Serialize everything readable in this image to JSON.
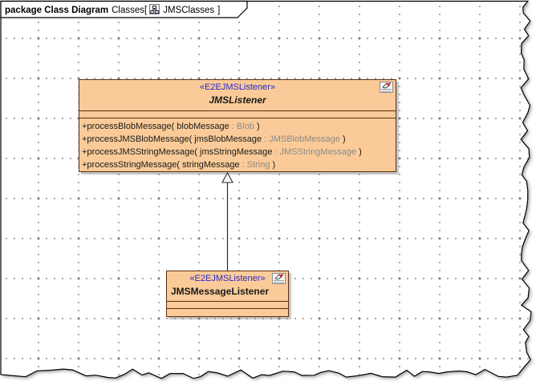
{
  "frame": {
    "kind_label": "package Class Diagram",
    "context": "Classes",
    "open_bracket": "[",
    "diagram_name": "JMSClasses",
    "close_bracket": "]"
  },
  "icons": {
    "tab_icon": "class-diagram-icon",
    "class_badge": "element-image-badge-icon"
  },
  "classes": [
    {
      "stereotype": "«E2EJMSListener»",
      "name": "JMSListener",
      "abstract": true,
      "operations": [
        {
          "sig": "+processBlobMessage( blobMessage ",
          "type": ": Blob",
          "close": " )"
        },
        {
          "sig": "+processJMSBlobMessage( jmsBlobMessage ",
          "type": ": JMSBlobMessage",
          "close": " )"
        },
        {
          "sig": "+processJMSStringMessage( jmsStringMessage ",
          "type": ": JMSStringMessage",
          "close": " )"
        },
        {
          "sig": "+processStringMessage( stringMessage ",
          "type": ": String",
          "close": " )"
        }
      ]
    },
    {
      "stereotype": "«E2EJMSListener»",
      "name": "JMSMessageListener",
      "abstract": false,
      "operations": []
    }
  ],
  "relations": [
    {
      "type": "generalization",
      "from": "JMSMessageListener",
      "to": "JMSListener"
    }
  ],
  "colors": {
    "class_fill": "#FACB98",
    "class_border": "#5B2D0D",
    "stereotype_text": "#2929CC",
    "type_text": "#8A8A8A",
    "grid_dot": "#9A9A9A"
  }
}
